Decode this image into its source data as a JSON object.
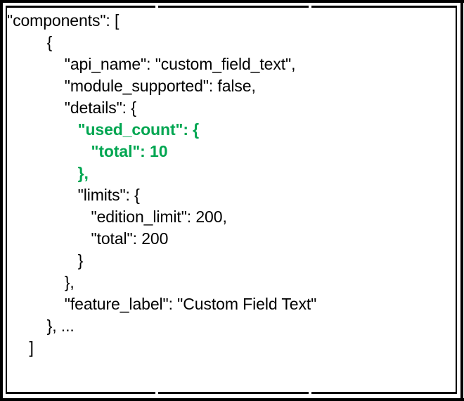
{
  "document": {
    "kind": "json-code-snippet",
    "language": "json",
    "highlight_color": "#00a651",
    "text_color": "#000000",
    "background_color": "#ffffff",
    "border_color": "#000000"
  },
  "code": {
    "lines": [
      {
        "indent": 0,
        "text": "\"components\": [",
        "highlight": false
      },
      {
        "indent": 0,
        "text": "         {",
        "highlight": false
      },
      {
        "indent": 0,
        "text": "             \"api_name\": \"custom_field_text\",",
        "highlight": false
      },
      {
        "indent": 0,
        "text": "             \"module_supported\": false,",
        "highlight": false
      },
      {
        "indent": 0,
        "text": "             \"details\": {",
        "highlight": false
      },
      {
        "indent": 0,
        "text": "                \"used_count\": {",
        "highlight": true
      },
      {
        "indent": 0,
        "text": "                   \"total\": 10",
        "highlight": true
      },
      {
        "indent": 0,
        "text": "                },",
        "highlight": true
      },
      {
        "indent": 0,
        "text": "                \"limits\": {",
        "highlight": false
      },
      {
        "indent": 0,
        "text": "                   \"edition_limit\": 200,",
        "highlight": false
      },
      {
        "indent": 0,
        "text": "                   \"total\": 200",
        "highlight": false
      },
      {
        "indent": 0,
        "text": "                }",
        "highlight": false
      },
      {
        "indent": 0,
        "text": "             },",
        "highlight": false
      },
      {
        "indent": 0,
        "text": "             \"feature_label\": \"Custom Field Text\"",
        "highlight": false
      },
      {
        "indent": 0,
        "text": "         }, ...",
        "highlight": false
      },
      {
        "indent": 0,
        "text": "     ]",
        "highlight": false
      }
    ]
  },
  "json_payload": {
    "components": [
      {
        "api_name": "custom_field_text",
        "module_supported": false,
        "details": {
          "used_count": {
            "total": 10
          },
          "limits": {
            "edition_limit": 200,
            "total": 200
          }
        },
        "feature_label": "Custom Field Text"
      }
    ]
  },
  "highlighted_keys": [
    "used_count",
    "total"
  ],
  "values": {
    "api_name": "custom_field_text",
    "module_supported": "false",
    "used_count_total": "10",
    "edition_limit": "200",
    "limits_total": "200",
    "feature_label": "Custom Field Text",
    "ellipsis": "..."
  }
}
